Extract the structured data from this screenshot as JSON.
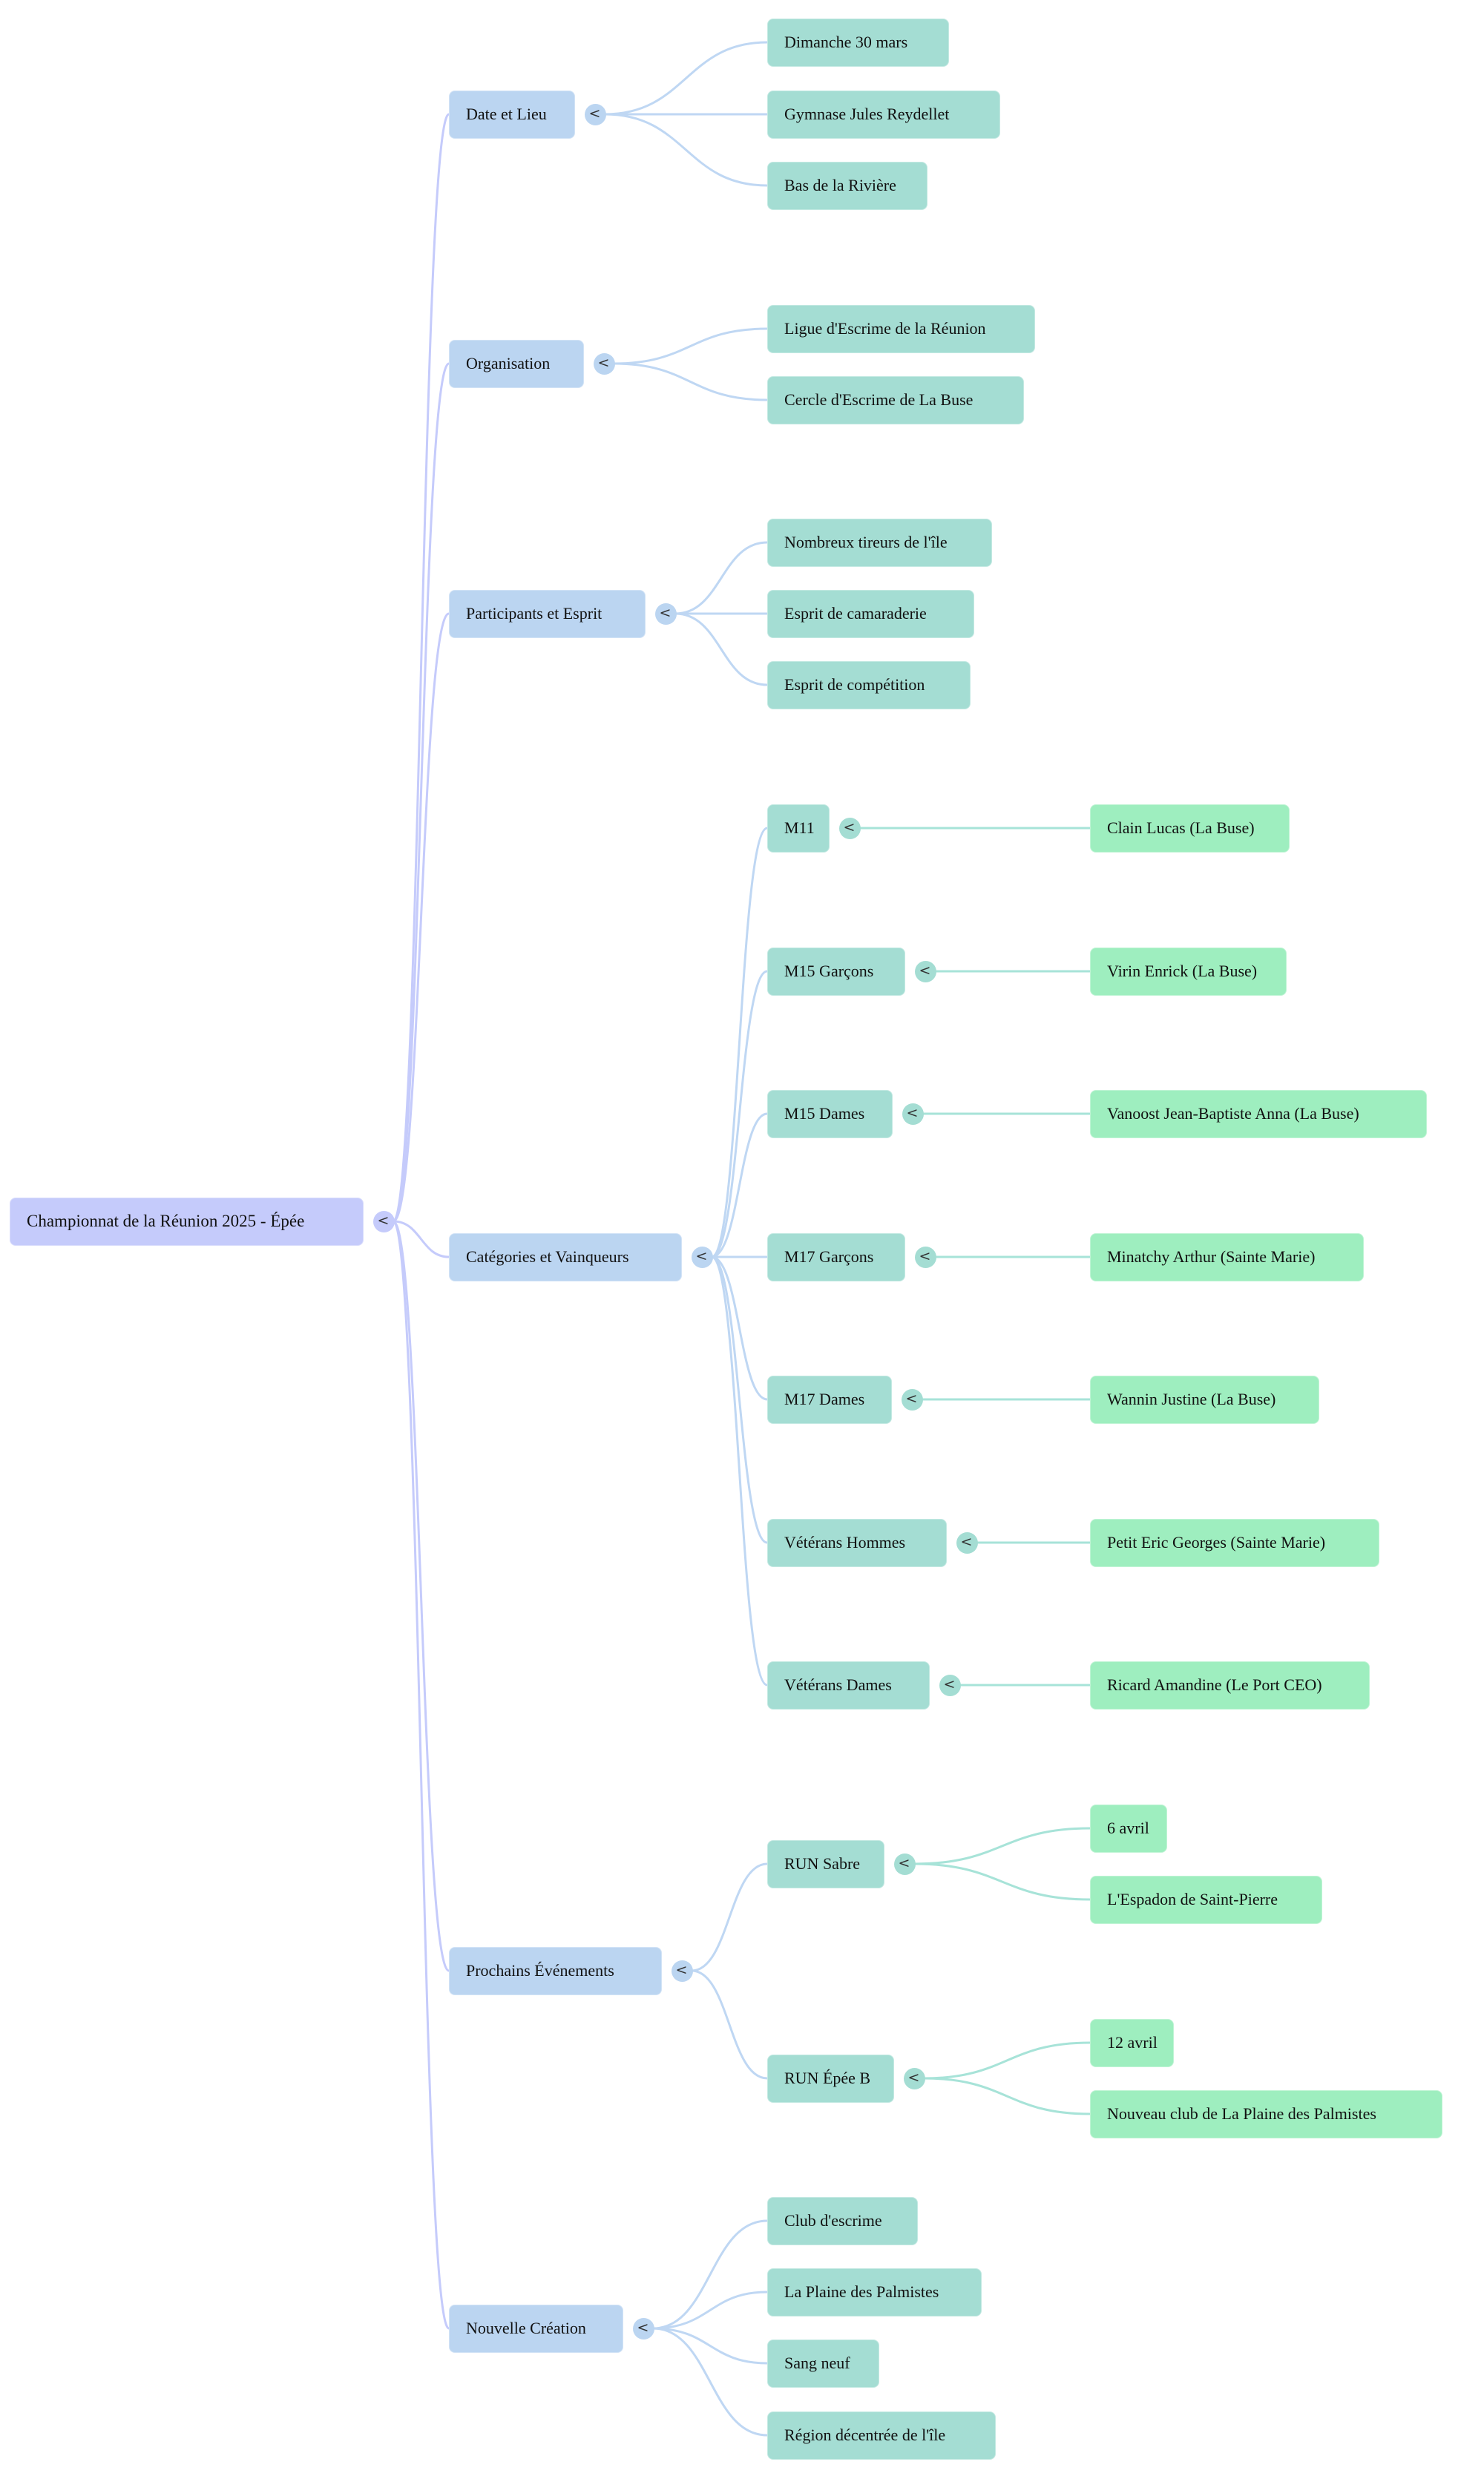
{
  "mindmap": {
    "title": "Championnat de la Réunion 2025 - Épée",
    "colors": {
      "level0": "#c5cbfb",
      "level1": "#bbd5f1",
      "level2": "#a4ddd3",
      "level3": "#9eeebf",
      "link0": "#c5cbfb",
      "link1": "#bfd7f3",
      "link2": "#a7e3d8",
      "text": "#111111"
    },
    "toggle_icon": "<",
    "root": {
      "id": "root",
      "label": "Championnat de la Réunion 2025 - Épée",
      "children": [
        {
          "id": "n1",
          "label": "Date et Lieu",
          "children": [
            {
              "id": "n1a",
              "label": "Dimanche 30 mars"
            },
            {
              "id": "n1b",
              "label": "Gymnase Jules Reydellet"
            },
            {
              "id": "n1c",
              "label": "Bas de la Rivière"
            }
          ]
        },
        {
          "id": "n2",
          "label": "Organisation",
          "children": [
            {
              "id": "n2a",
              "label": "Ligue d'Escrime de la Réunion"
            },
            {
              "id": "n2b",
              "label": "Cercle d'Escrime de La Buse"
            }
          ]
        },
        {
          "id": "n3",
          "label": "Participants et Esprit",
          "children": [
            {
              "id": "n3a",
              "label": "Nombreux tireurs de l'île"
            },
            {
              "id": "n3b",
              "label": "Esprit de camaraderie"
            },
            {
              "id": "n3c",
              "label": "Esprit de compétition"
            }
          ]
        },
        {
          "id": "n4",
          "label": "Catégories et Vainqueurs",
          "children": [
            {
              "id": "n4a",
              "label": "M11",
              "children": [
                {
                  "id": "n4a1",
                  "label": "Clain Lucas (La Buse)"
                }
              ]
            },
            {
              "id": "n4b",
              "label": "M15 Garçons",
              "children": [
                {
                  "id": "n4b1",
                  "label": "Virin Enrick (La Buse)"
                }
              ]
            },
            {
              "id": "n4c",
              "label": "M15 Dames",
              "children": [
                {
                  "id": "n4c1",
                  "label": "Vanoost Jean-Baptiste Anna (La Buse)"
                }
              ]
            },
            {
              "id": "n4d",
              "label": "M17 Garçons",
              "children": [
                {
                  "id": "n4d1",
                  "label": "Minatchy Arthur (Sainte Marie)"
                }
              ]
            },
            {
              "id": "n4e",
              "label": "M17 Dames",
              "children": [
                {
                  "id": "n4e1",
                  "label": "Wannin Justine (La Buse)"
                }
              ]
            },
            {
              "id": "n4f",
              "label": "Vétérans Hommes",
              "children": [
                {
                  "id": "n4f1",
                  "label": "Petit Eric Georges (Sainte Marie)"
                }
              ]
            },
            {
              "id": "n4g",
              "label": "Vétérans Dames",
              "children": [
                {
                  "id": "n4g1",
                  "label": "Ricard Amandine (Le Port CEO)"
                }
              ]
            }
          ]
        },
        {
          "id": "n5",
          "label": "Prochains Événements",
          "children": [
            {
              "id": "n5a",
              "label": "RUN Sabre",
              "children": [
                {
                  "id": "n5a1",
                  "label": "6 avril"
                },
                {
                  "id": "n5a2",
                  "label": "L'Espadon de Saint-Pierre"
                }
              ]
            },
            {
              "id": "n5b",
              "label": "RUN Épée B",
              "children": [
                {
                  "id": "n5b1",
                  "label": "12 avril"
                },
                {
                  "id": "n5b2",
                  "label": "Nouveau club de La Plaine des Palmistes"
                }
              ]
            }
          ]
        },
        {
          "id": "n6",
          "label": "Nouvelle Création",
          "children": [
            {
              "id": "n6a",
              "label": "Club d'escrime"
            },
            {
              "id": "n6b",
              "label": "La Plaine des Palmistes"
            },
            {
              "id": "n6c",
              "label": "Sang neuf"
            },
            {
              "id": "n6d",
              "label": "Région décentrée de l'île"
            }
          ]
        }
      ]
    }
  }
}
